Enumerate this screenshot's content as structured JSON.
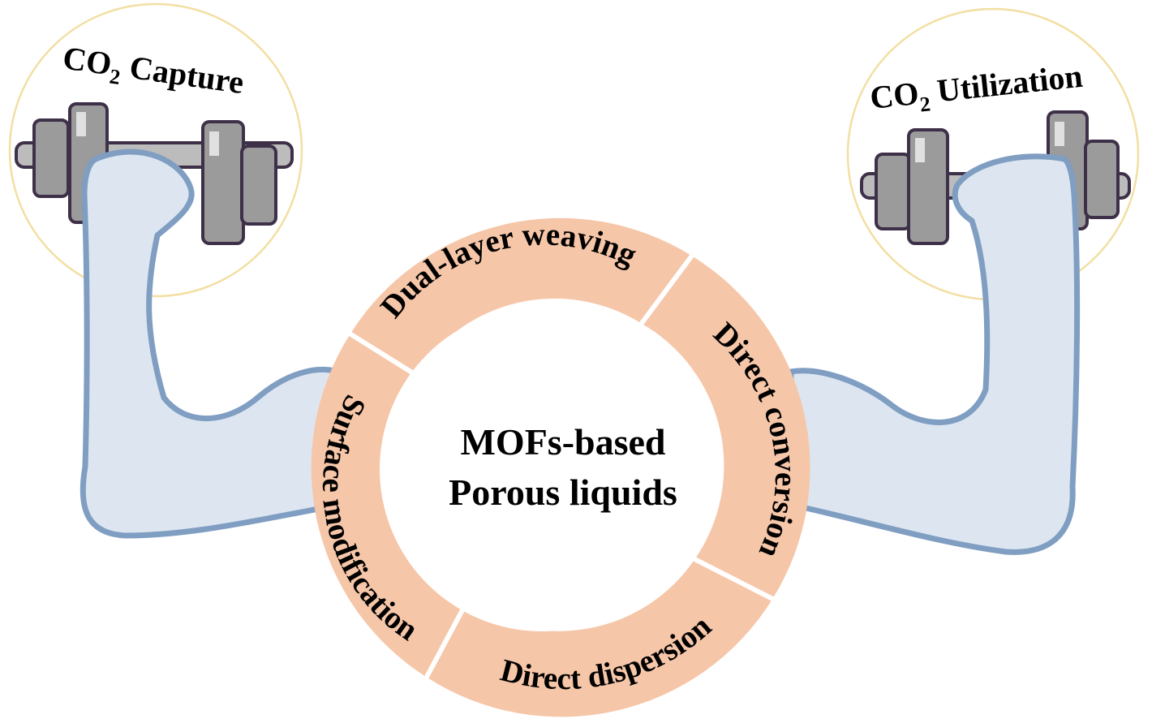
{
  "left_title": {
    "prefix": "CO",
    "subscript": "2",
    "suffix": " Capture"
  },
  "right_title": {
    "prefix": "CO",
    "subscript": "2",
    "suffix": " Utilization"
  },
  "center": {
    "line1": "MOFs-based",
    "line2": "Porous liquids"
  },
  "segments": [
    "Dual-layer weaving",
    "Direct conversion",
    "Direct dispersion",
    "Surface modification"
  ],
  "colors": {
    "ring_fill": "#f6c6a9",
    "arm_fill": "#dde6f0",
    "arm_stroke": "#7f9ec2",
    "circle_stroke": "#f2dfa3",
    "dumbbell_fill": "#9b9b9b",
    "dumbbell_stroke": "#3d3048"
  },
  "icons": {
    "left_arm": "flexed-arm-icon",
    "right_arm": "flexed-arm-icon",
    "left_weight": "dumbbell-icon",
    "right_weight": "dumbbell-icon"
  }
}
